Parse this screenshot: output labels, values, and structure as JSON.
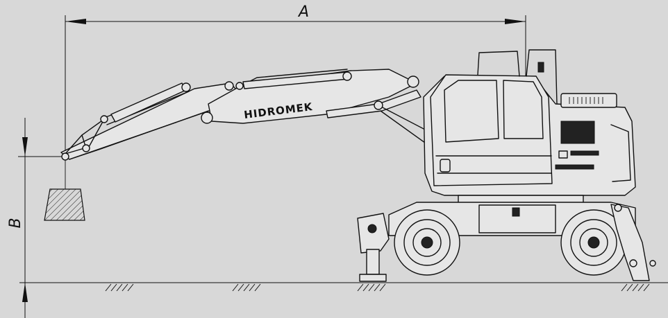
{
  "diagram": {
    "dimension_a_label": "A",
    "dimension_b_label": "B",
    "brand_text": "HIDROMEK",
    "colors": {
      "background": "#d8d8d8",
      "line": "#111111"
    }
  }
}
